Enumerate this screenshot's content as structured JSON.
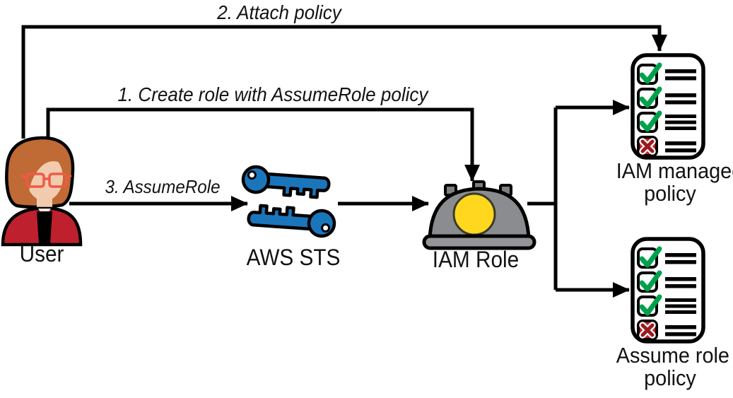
{
  "diagram": {
    "nodes": {
      "user": {
        "label": "User",
        "icon": "user-icon"
      },
      "aws_sts": {
        "label": "AWS STS",
        "icon": "keys-icon"
      },
      "iam_role": {
        "label": "IAM Role",
        "icon": "hard-hat-icon"
      },
      "iam_managed_policy": {
        "lines": [
          "IAM managed",
          "policy"
        ],
        "icon": "policy-document-icon",
        "checklist": [
          {
            "state": "checked",
            "text_lines": 2
          },
          {
            "state": "checked",
            "text_lines": 2
          },
          {
            "state": "checked",
            "text_lines": 3
          },
          {
            "state": "crossed",
            "text_lines": 2
          }
        ]
      },
      "assume_role_policy": {
        "lines": [
          "Assume role",
          "policy"
        ],
        "icon": "policy-document-icon",
        "checklist": [
          {
            "state": "checked",
            "text_lines": 2
          },
          {
            "state": "checked",
            "text_lines": 2
          },
          {
            "state": "checked",
            "text_lines": 3
          },
          {
            "state": "crossed",
            "text_lines": 2
          }
        ]
      }
    },
    "edges": [
      {
        "label": "1. Create role with AssumeRole policy",
        "from": "user",
        "to": "iam_role"
      },
      {
        "label": "2. Attach policy",
        "from": "user",
        "to": "iam_managed_policy"
      },
      {
        "label": "3. AssumeRole",
        "from": "user",
        "to": "aws_sts"
      },
      {
        "label": "",
        "from": "aws_sts",
        "to": "iam_role"
      },
      {
        "label": "",
        "from": "iam_role",
        "to": "iam_managed_policy"
      },
      {
        "label": "",
        "from": "iam_role",
        "to": "assume_role_policy"
      }
    ],
    "colors": {
      "line": "#000000",
      "key_blue": "#1b75bb",
      "helmet_gray": "#8a8c8f",
      "helmet_bump_gray": "#7d7f82",
      "helmet_brim_gray": "#939598",
      "helmet_dot_yellow": "#ffd71e",
      "check_green": "#00a14b",
      "cross_box_red": "#cb2026",
      "cross_x_red": "#991b1e",
      "jacket_red": "#bf202e",
      "hair_orange": "#c06a35",
      "skin": "#f2cbae",
      "glasses_red": "#ee5a48"
    }
  }
}
